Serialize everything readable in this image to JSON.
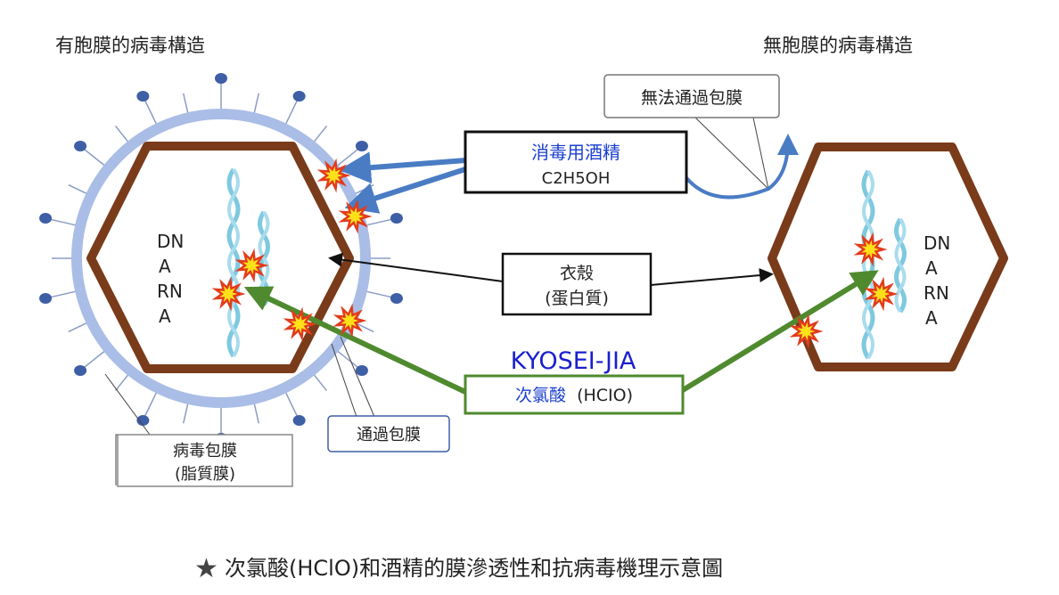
{
  "titles": {
    "left": "有胞膜的病毒構造",
    "right": "無胞膜的病毒構造"
  },
  "labels": {
    "no_pass_membrane": "無法通過包膜",
    "alcohol_title": "消毒用酒精",
    "alcohol_formula": "C2H5OH",
    "capsid_line1": "衣殼",
    "capsid_line2": "(蛋白質)",
    "kyosei_brand": "KYOSEI-JIA",
    "hclo_cn": "次氯酸",
    "hclo_formula": "(HCIO)",
    "pass_membrane": "通過包膜",
    "envelope_line1": "病毒包膜",
    "envelope_line2": "(脂質膜)",
    "left_dna_rna": [
      "DN",
      "A",
      "RN",
      "A"
    ],
    "right_dna_rna": [
      "DN",
      "A",
      "RN",
      "A"
    ]
  },
  "caption": {
    "star": "★",
    "text": "次氯酸(HClO)和酒精的膜滲透性和抗病毒機理示意圖"
  },
  "colors": {
    "hexagon": "#7a3b1a",
    "envelope": "#a9bde6",
    "spike": "#3e5ea6",
    "alcohol_arrow": "#4a7cc4",
    "hclo_arrow": "#4f8a2e",
    "alcohol_text": "#1a3fd0",
    "brand_text": "#1a1fd0",
    "dna": "#7ec9e0",
    "burst": "#ffe11a",
    "burst_edge": "#e23b1c"
  }
}
